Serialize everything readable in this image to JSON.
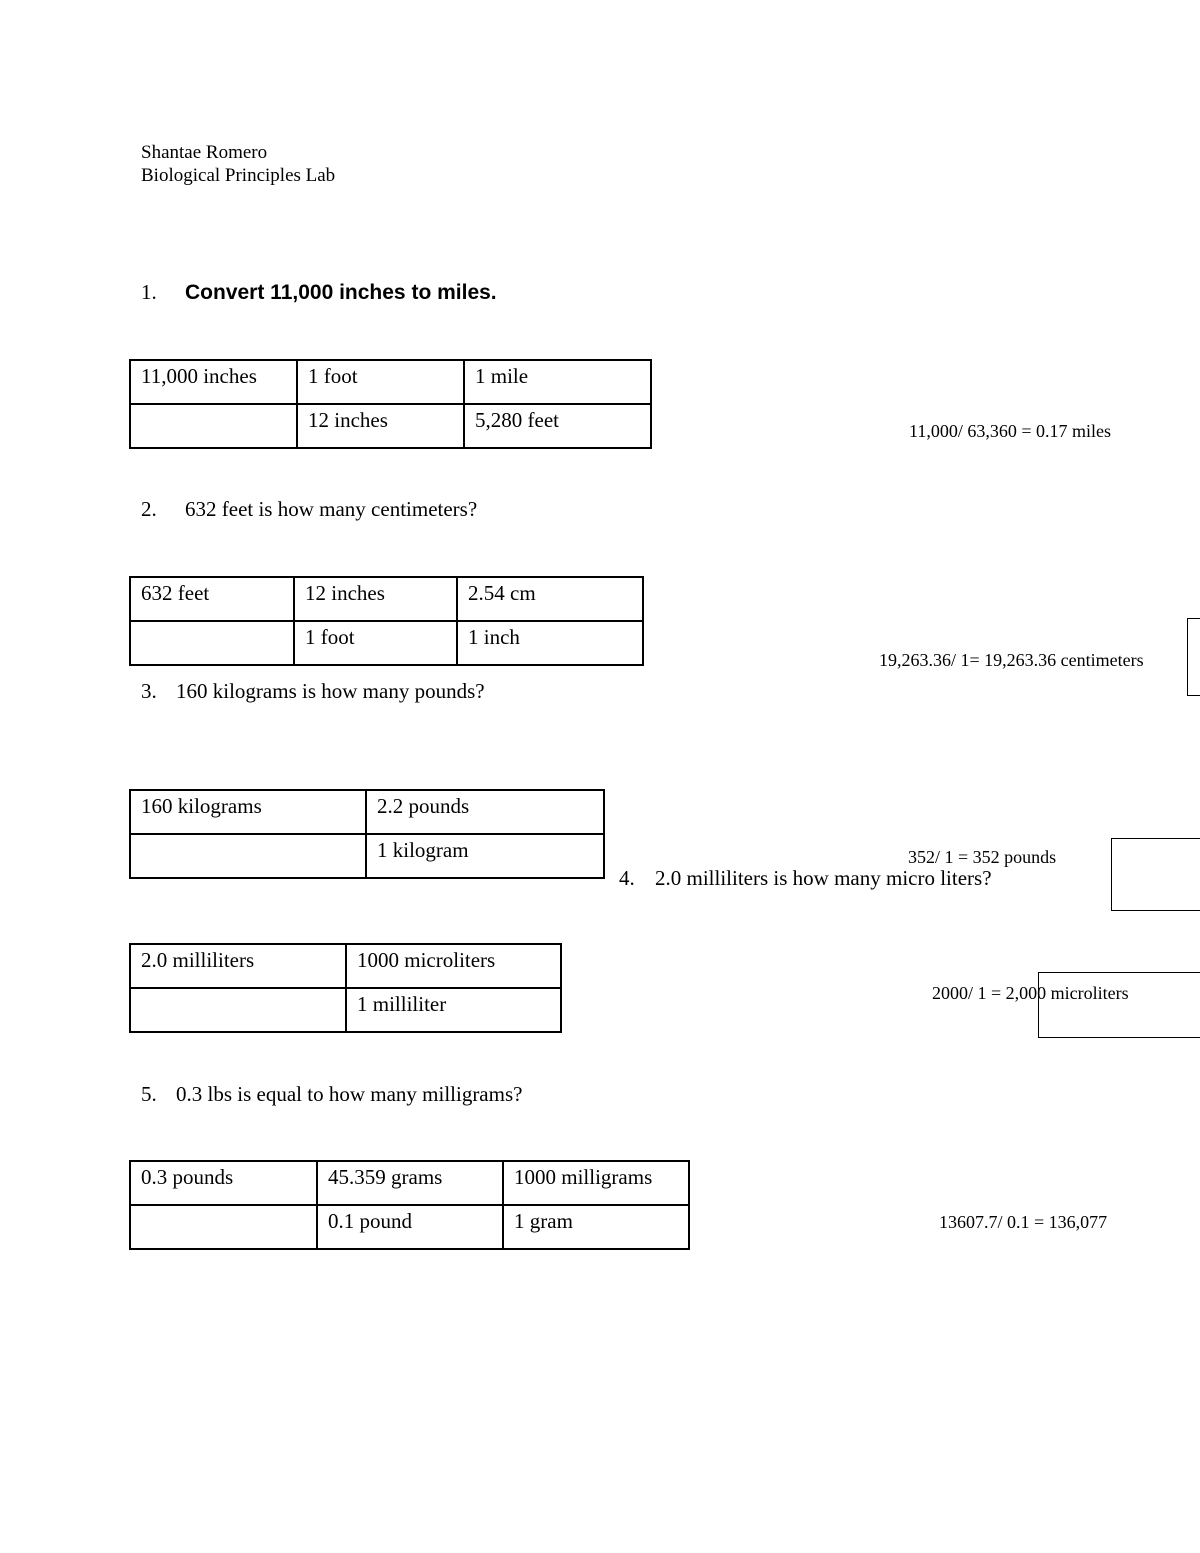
{
  "header": {
    "name": "Shantae Romero",
    "course": "Biological Principles Lab"
  },
  "questions": [
    {
      "number": "1.",
      "text": "Convert 11,000 inches to miles.",
      "table": [
        [
          "11,000 inches",
          "1 foot",
          "1 mile"
        ],
        [
          "",
          "12 inches",
          "5,280 feet"
        ]
      ],
      "answer": "11,000/ 63,360 = 0.17 miles"
    },
    {
      "number": "2.",
      "text": "632 feet is how many centimeters?",
      "table": [
        [
          "632 feet",
          "12 inches",
          "2.54 cm"
        ],
        [
          "",
          "1 foot",
          "1 inch"
        ]
      ],
      "answer": "19,263.36/ 1= 19,263.36 centimeters"
    },
    {
      "number": "3.",
      "text": "160 kilograms is how many pounds?",
      "table": [
        [
          "160 kilograms",
          "2.2 pounds"
        ],
        [
          "",
          "1 kilogram"
        ]
      ],
      "answer": "352/ 1 = 352 pounds"
    },
    {
      "number": "4.",
      "text": "2.0 milliliters is how many micro liters?",
      "table": [
        [
          "2.0 milliliters",
          "1000 microliters"
        ],
        [
          "",
          "1 milliliter"
        ]
      ],
      "answer": "2000/ 1 = 2,000 microliters"
    },
    {
      "number": "5.",
      "text": "0.3 lbs is equal to how many milligrams?",
      "table": [
        [
          "0.3 pounds",
          "45.359 grams",
          "1000 milligrams"
        ],
        [
          "",
          "0.1 pound",
          "1 gram"
        ]
      ],
      "answer": "13607.7/ 0.1 = 136,077"
    }
  ]
}
